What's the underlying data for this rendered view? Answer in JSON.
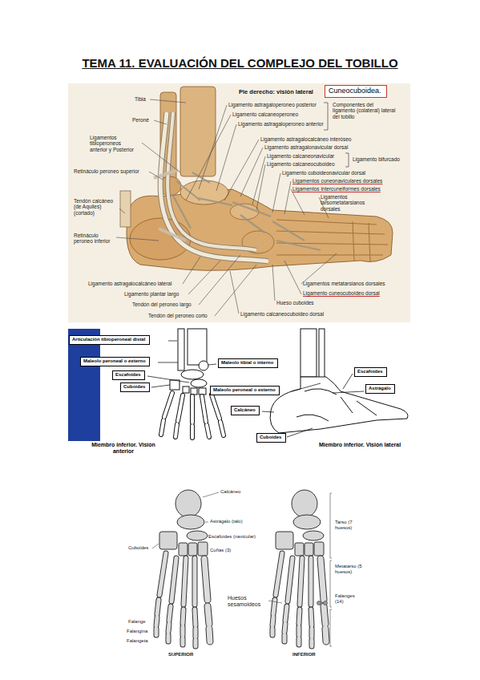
{
  "diagram": {
    "title": "TEMA 11. EVALUACIÓN DEL COMPLEJO DEL TOBILLO",
    "nodes": [
      {
        "text": [
          "Cuneocuboidea."
        ]
      },
      {
        "text": [
          "Articulación tibioperoneal distal"
        ]
      },
      {
        "text": [
          "Maleolo peroneal o externo"
        ]
      },
      {
        "text": [
          "Maleolo tibial o interno"
        ]
      },
      {
        "text": [
          "Escafoides"
        ]
      },
      {
        "text": [
          "Escafoides"
        ]
      },
      {
        "text": [
          "Cuboides"
        ]
      },
      {
        "text": [
          "Astrágalo"
        ]
      },
      {
        "text": [
          "Maleolo peroneal o externo"
        ]
      },
      {
        "text": [
          "Calcáneo"
        ]
      },
      {
        "text": [
          "Cuboides"
        ]
      }
    ],
    "labels": [
      "Pie derecho: visión lateral",
      "Tibia",
      "Ligamento astragaloperoneo posterior",
      "Componentes del ligamento (colateral) lateral del tobillo",
      "Ligamento calcaneoperoneo",
      "Peroné",
      "Ligamento astragaloperoneo anterior",
      "Ligamentos tibioperoneos anterior y Posterior",
      "Ligamento astragalocalcáneo interóseo",
      "Ligamento astragalonavicular dorsal",
      "Ligamento calcaneonavicular",
      "Ligamento bifurcado",
      "Ligamento calcaneocuboideo",
      "Retináculo peroneo superior",
      "Ligamento cuboideonavicular dorsal",
      "Ligamentos cuneonaviculares dorsales",
      "Ligamentos intercuneiformes dorsales",
      "Ligamentos tarsometatarsianos dorsales",
      "Tendón calcáneo (de Aquiles) (cortado)",
      "Retináculo peroneo inferior",
      "Ligamento astragalocalcáneo lateral",
      "Ligamentos metatarsianos dorsales",
      "Ligamento cuneocuboideo dorsal",
      "Ligamento plantar largo",
      "Hueso cuboides",
      "Tendón del peroneo largo",
      "Ligamento calcaneocuboideo dorsal",
      "Tendón del peroneo corto",
      "Miembro inferior. Visión anterior",
      "Miembro inferior. Visión lateral",
      "Calcáneo",
      "Astrágalo (talo)",
      "Tarso (7 huesos)",
      "Escafoides (navicular)",
      "Cuboides",
      "Cuñas (3)",
      "Metatarso (5 huesos)",
      "Falanges (14)",
      "Huesos sesamoideos",
      "Falange",
      "Falangina",
      "Falangeta",
      "SUPERIOR",
      "INFERIOR"
    ]
  }
}
